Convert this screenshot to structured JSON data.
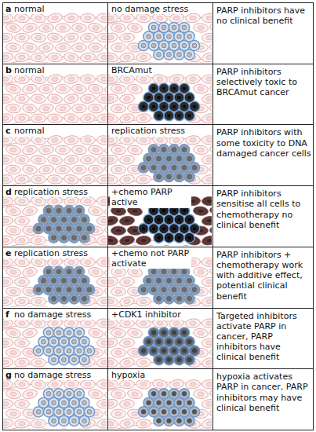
{
  "diagram": {
    "labels": [
      "a",
      "normal",
      "no damage stress",
      "PARP inhibitors have no clinical benefit",
      "b",
      "normal",
      "BRCAmut",
      "PARP inhibitors selectively toxic to BRCAmut cancer",
      "c",
      "normal",
      "replication stress",
      "PARP inhibitors with some toxicity to DNA damaged cancer cells",
      "d",
      "replication stress",
      "+chemo PARP active",
      "PARP inhibitors sensitise all cells to chemotherapy no clinical benefit",
      "e",
      "replication stress",
      "+chemo not PARP activate",
      "PARP inhibitors + chemotherapy work with additive effect, potential clinical benefit",
      "f",
      "no damage stress",
      "+CDK1 inhibitor",
      "Targeted inhibitors activate PARP in cancer, PARP inhibitors have clinical benefit",
      "g",
      "no damage stress",
      "hypoxia",
      "hypoxia activates PARP in cancer, PARP inhibitors may have clinical benefit"
    ]
  }
}
